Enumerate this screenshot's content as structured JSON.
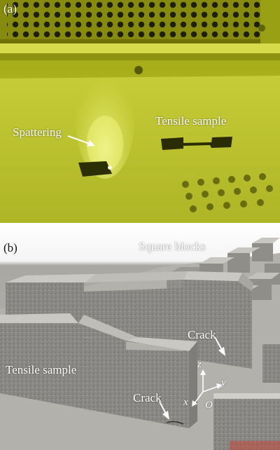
{
  "panel_a": {
    "label": "(a)",
    "annotations": {
      "spattering": "Spattering",
      "tensile_sample": "Tensile sample"
    }
  },
  "panel_b": {
    "label": "(b)",
    "annotations": {
      "square_blocks": "Square blocks",
      "crack_upper": "Crack",
      "tensile_sample": "Tensile sample",
      "crack_lower": "Crack"
    },
    "axes": {
      "z": "z",
      "y": "y",
      "x": "x",
      "origin": "O"
    }
  },
  "colors": {
    "chamber_yellow": "#c7cf3f",
    "plate_yellow": "#b7bd2c",
    "metal_grey": "#8b8a86",
    "text_white": "#ffffff"
  }
}
